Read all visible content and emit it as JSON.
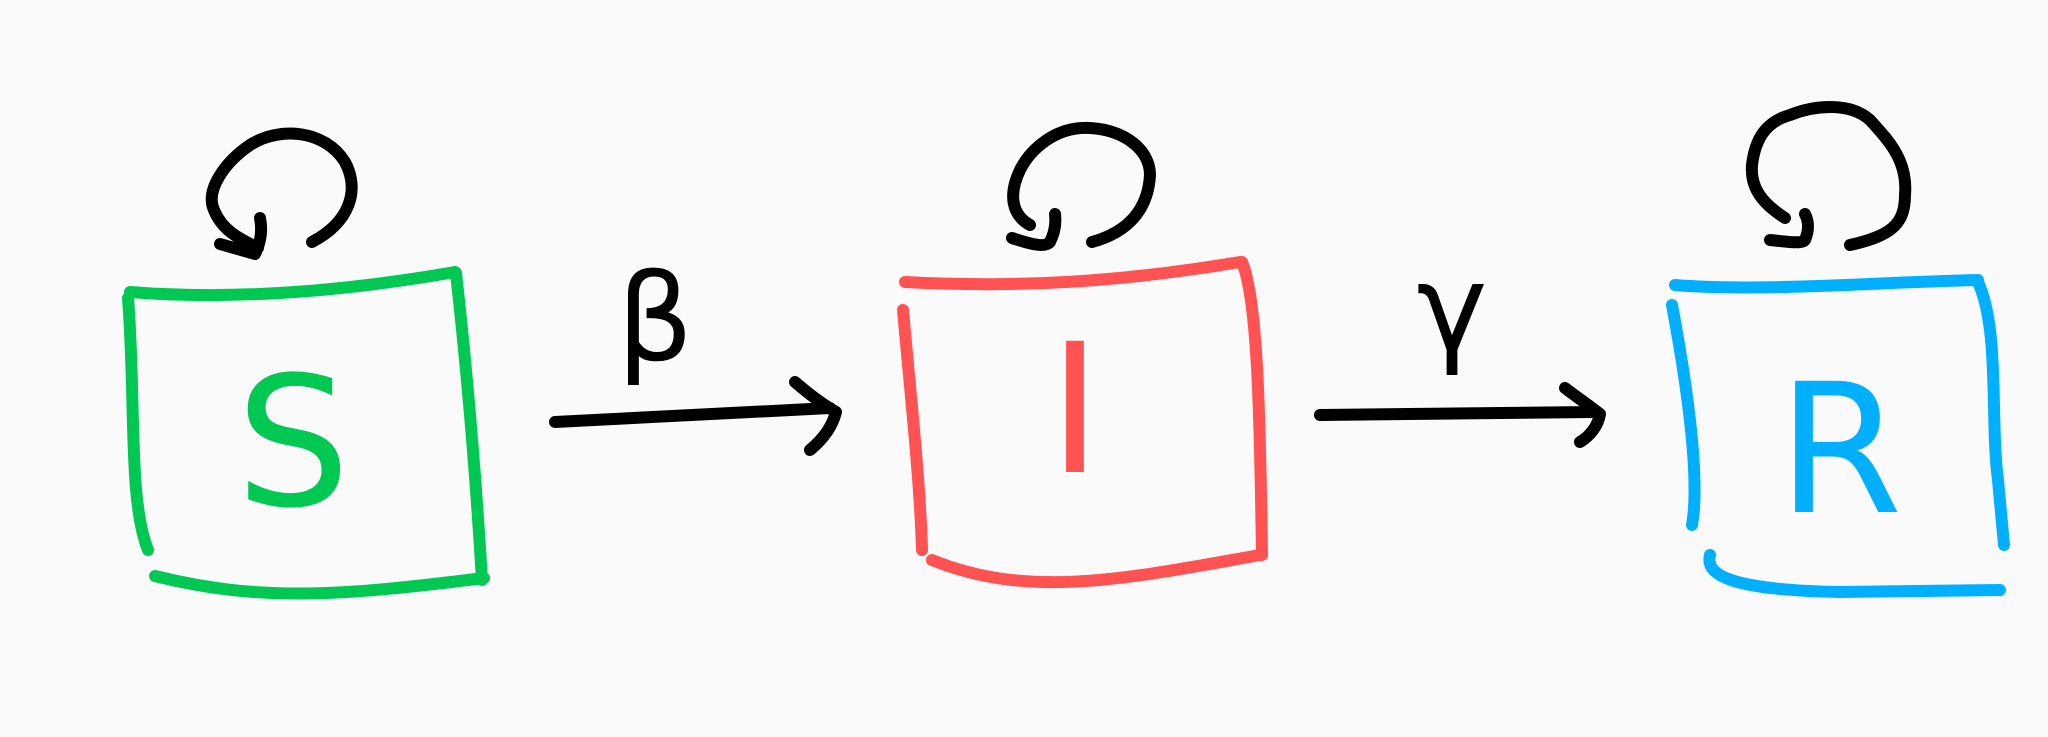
{
  "diagram": {
    "nodes": [
      {
        "id": "S",
        "label": "S",
        "color": "#00c853"
      },
      {
        "id": "I",
        "label": "I",
        "color": "#ff5252"
      },
      {
        "id": "R",
        "label": "R",
        "color": "#00b0ff"
      }
    ],
    "transitions": [
      {
        "from": "S",
        "to": "I",
        "label": "β"
      },
      {
        "from": "I",
        "to": "R",
        "label": "γ"
      }
    ],
    "colors": {
      "ink": "#000000",
      "background": "#fafafa"
    }
  }
}
